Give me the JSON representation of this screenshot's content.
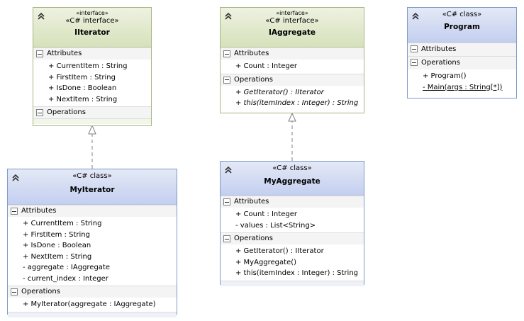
{
  "classes": [
    {
      "id": "iiterator",
      "stereotype": "«interface»",
      "kind": "«C# interface»",
      "name": "IIterator",
      "sections": [
        {
          "title": "Attributes",
          "members": [
            "+ CurrentItem : String",
            "+ FirstItem : String",
            "+ IsDone : Boolean",
            "+ NextItem : String"
          ]
        },
        {
          "title": "Operations",
          "members": []
        }
      ]
    },
    {
      "id": "iaggregate",
      "stereotype": "«interface»",
      "kind": "«C# interface»",
      "name": "IAggregate",
      "sections": [
        {
          "title": "Attributes",
          "members": [
            "+ Count : Integer"
          ]
        },
        {
          "title": "Operations",
          "members": [
            "+ GetIterator() : IIterator",
            "+ this(itemIndex : Integer) : String"
          ]
        }
      ]
    },
    {
      "id": "program",
      "kind": "«C# class»",
      "name": "Program",
      "sections": [
        {
          "title": "Attributes",
          "members": []
        },
        {
          "title": "Operations",
          "members": [
            "+ Program()",
            "- Main(args : String[*])"
          ]
        }
      ]
    },
    {
      "id": "myiterator",
      "kind": "«C# class»",
      "name": "MyIterator",
      "sections": [
        {
          "title": "Attributes",
          "members": [
            "+ CurrentItem : String",
            "+ FirstItem : String",
            "+ IsDone : Boolean",
            "+ NextItem : String",
            "- aggregate : IAggregate",
            "- current_index : Integer"
          ]
        },
        {
          "title": "Operations",
          "members": [
            "+ MyIterator(aggregate : IAggregate)"
          ]
        }
      ]
    },
    {
      "id": "myaggregate",
      "kind": "«C# class»",
      "name": "MyAggregate",
      "sections": [
        {
          "title": "Attributes",
          "members": [
            "+ Count : Integer",
            "- values : List<String>"
          ]
        },
        {
          "title": "Operations",
          "members": [
            "+ GetIterator() : IIterator",
            "+ MyAggregate()",
            "+ this(itemIndex : Integer) : String"
          ]
        }
      ]
    }
  ],
  "relations": [
    {
      "from": "MyIterator",
      "to": "IIterator",
      "type": "realization"
    },
    {
      "from": "MyAggregate",
      "to": "IAggregate",
      "type": "realization"
    }
  ],
  "colors": {
    "class_border": "#7e9ac9",
    "interface_border": "#a6b882",
    "class_header": "#c4cff0",
    "interface_header": "#d6e1bb"
  }
}
